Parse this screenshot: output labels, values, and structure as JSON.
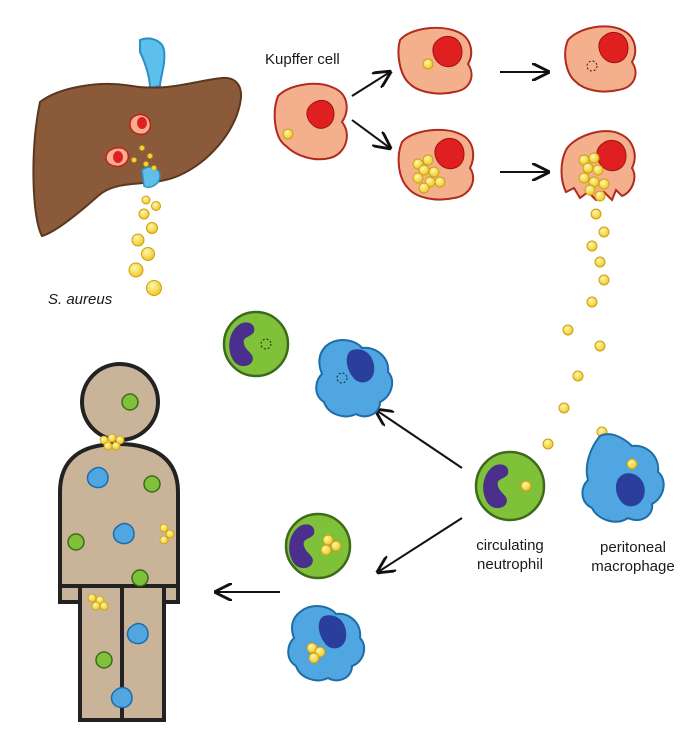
{
  "labels": {
    "kupffer": "Kupffer cell",
    "bacteria": "S. aureus",
    "neutrophil_1": "circulating",
    "neutrophil_2": "neutrophil",
    "macrophage_1": "peritoneal",
    "macrophage_2": "macrophage"
  },
  "colors": {
    "liver": "#8a5a3a",
    "kupffer_fill": "#f4b08c",
    "kupffer_nucleus": "#e02020",
    "bacterium": "#f4d23a",
    "neutrophil": "#7fc23a",
    "neutrophil_nucleus": "#4a2f8c",
    "macrophage": "#4fa6e0",
    "macrophage_nucleus": "#2a3f9c",
    "body": "#c9b49a",
    "gallbladder": "#5cc0ea"
  }
}
